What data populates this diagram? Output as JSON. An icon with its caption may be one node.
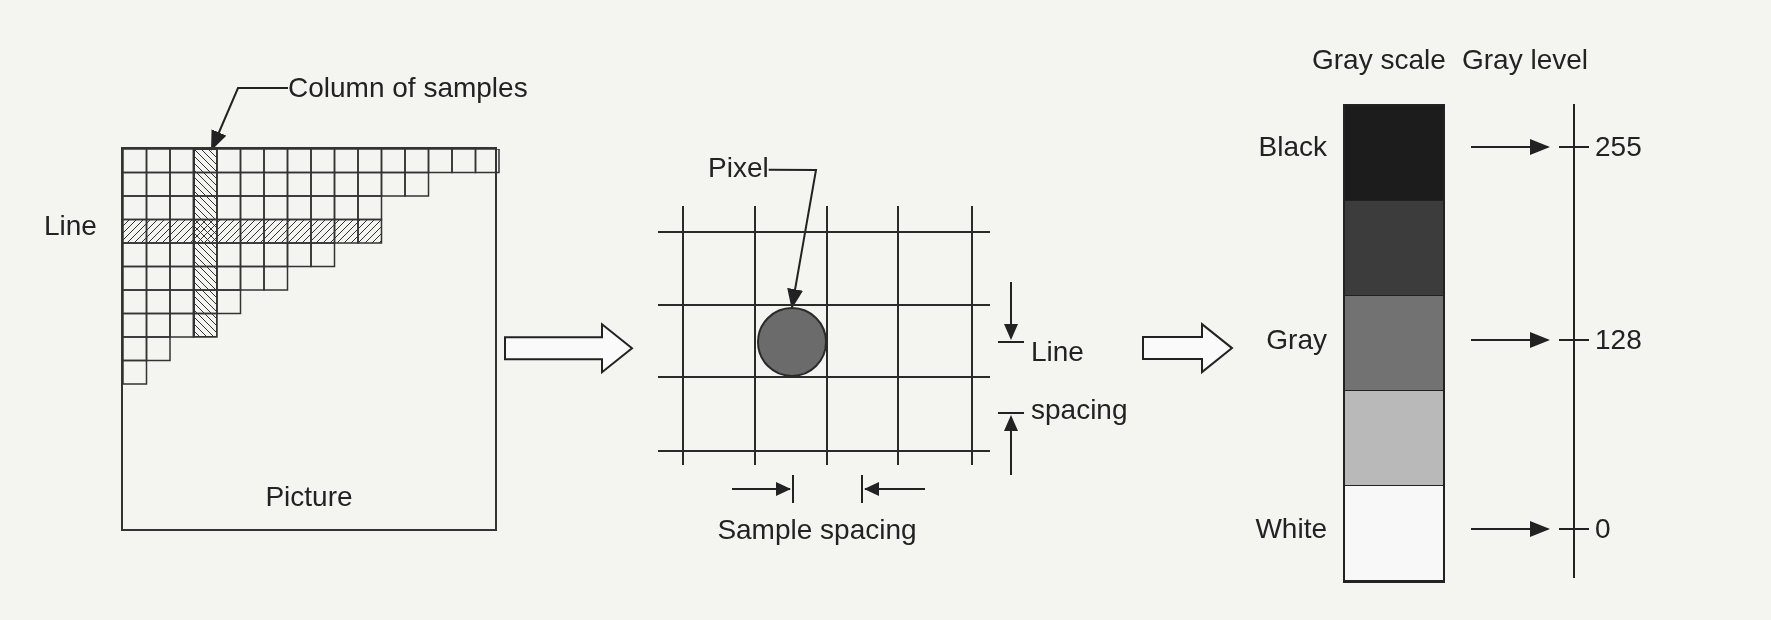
{
  "diagram": {
    "nodes": [
      {
        "text": [
          "Picture"
        ]
      },
      {
        "text": [
          "Column of samples"
        ]
      },
      {
        "text": [],
        "shape": "bar",
        "in": 0
      },
      {
        "text": [],
        "shape": "grid",
        "beside": [
          "Line spacing",
          "Sample spacing"
        ]
      },
      {
        "text": [
          "Pixel"
        ]
      },
      {
        "text": [],
        "shape": "circle",
        "in": 3
      },
      {
        "text": [
          "Black",
          "Gray",
          "White"
        ]
      },
      {
        "text": [
          "255"
        ]
      },
      {
        "text": [
          "128"
        ]
      },
      {
        "text": [
          "0"
        ]
      }
    ],
    "edges": [
      {
        "from": 1,
        "to": 2,
        "arrow": "to"
      },
      {
        "from": 0,
        "to": 3,
        "arrow": "to"
      },
      {
        "from": 4,
        "to": 5,
        "arrow": "to"
      },
      {
        "from": 3,
        "to": 6,
        "arrow": "to"
      },
      {
        "from": null,
        "to": 7,
        "arrow": "to"
      },
      {
        "from": null,
        "to": 8,
        "arrow": "to"
      },
      {
        "from": null,
        "to": 9,
        "arrow": "to"
      }
    ],
    "labels": [
      "Gray scale",
      "Gray level",
      "Line"
    ]
  }
}
